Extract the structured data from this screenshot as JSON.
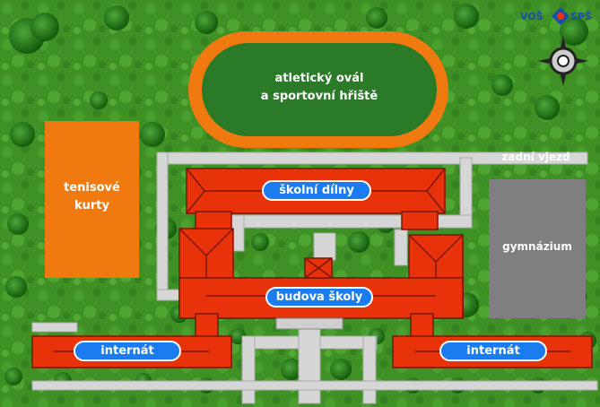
{
  "map": {
    "labels": {
      "oval_line1": "atletický ovál",
      "oval_line2": "a sportovní hřiště",
      "tennis_line1": "tenisové",
      "tennis_line2": "kurty",
      "workshops": "školní dílny",
      "gym": "gymnázium",
      "school": "budova školy",
      "dorm_left": "internát",
      "dorm_right": "internát",
      "rear_entry": "zadní vjezd"
    },
    "logo": {
      "left": "VOŠ",
      "right": "SPŠ"
    },
    "icons": [
      "compass-icon",
      "logo-icon"
    ],
    "colors": {
      "grass": "#3d8e22",
      "tree": "#1e6a12",
      "roof": "#e8320a",
      "roof_edge": "#7a1505",
      "track": "#f07a10",
      "field": "#2a7a28",
      "tennis": "#f07a10",
      "gym": "#7f7f7f",
      "road": "#d6d6d6",
      "label_bg": "#1a7cf0"
    }
  }
}
